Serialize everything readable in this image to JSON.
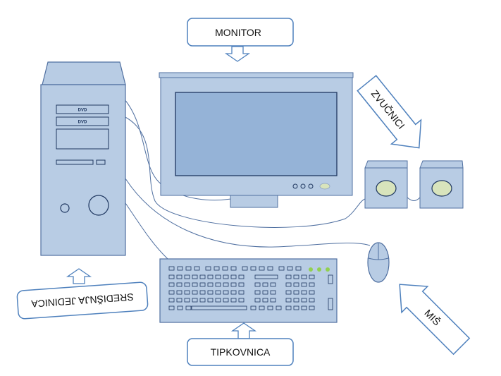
{
  "labels": {
    "monitor": "MONITOR",
    "speakers": "ZVUČNICI",
    "cpu": "SREDIŠNJA JEDINICA",
    "keyboard": "TIPKOVNICA",
    "mouse": "MIŠ"
  },
  "tower": {
    "drive1": "DVD",
    "drive2": "DVD"
  },
  "colors": {
    "device_fill": "#b8cce4",
    "device_stroke": "#4f6fa0",
    "screen_fill": "#95b3d7",
    "label_stroke": "#4f81bd",
    "led_green": "#92d050",
    "speaker_cone": "#d8e4bc"
  }
}
